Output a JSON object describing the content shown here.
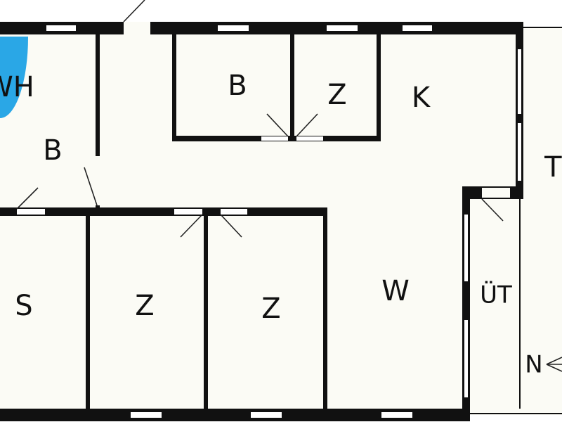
{
  "rooms": {
    "wh": "WH",
    "bath_left": "B",
    "bath_top": "B",
    "room_top": "Z",
    "kitchen": "K",
    "terrace": "TE",
    "storage": "S",
    "room_a": "Z",
    "room_b": "Z",
    "living": "W",
    "utility": "ÜT"
  },
  "compass": {
    "label": "N"
  },
  "colors": {
    "wall": "#111111",
    "floor": "#fbfbf5",
    "accent": "#2aa7e6"
  }
}
